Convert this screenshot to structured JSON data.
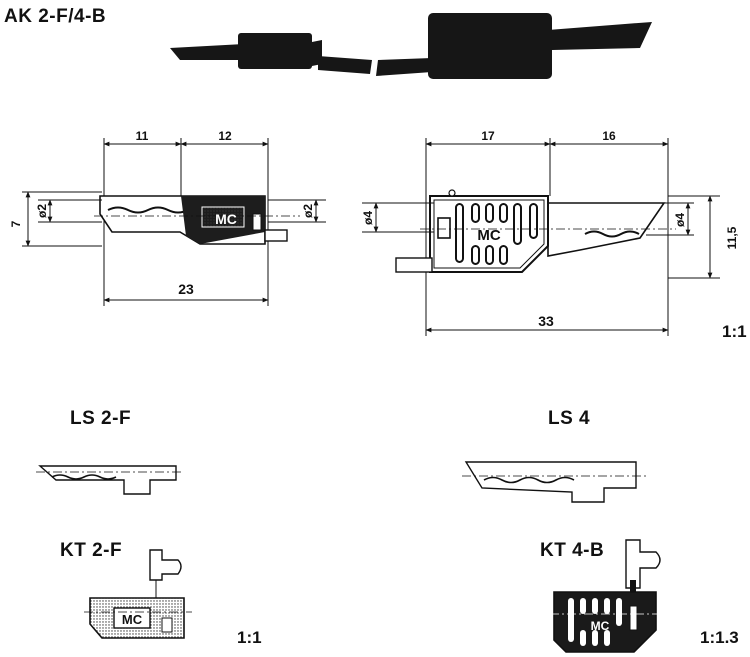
{
  "titles": {
    "main": "AK 2-F/4-B",
    "ls_small": "LS 2-F",
    "ls_large": "LS 4",
    "kt_small": "KT 2-F",
    "kt_large": "KT 4-B"
  },
  "brand": "MC",
  "dimensions_left": {
    "d1": "11",
    "d2": "12",
    "d_total": "23",
    "height": "7",
    "dia_left": "ø2",
    "dia_right": "ø2"
  },
  "dimensions_right": {
    "d1": "17",
    "d2": "16",
    "d_total": "33",
    "height": "11,5",
    "dia_left": "ø4",
    "dia_right": "ø4"
  },
  "scales": {
    "top": "1:1",
    "kt_small": "1:1",
    "kt_large": "1:1.3"
  }
}
